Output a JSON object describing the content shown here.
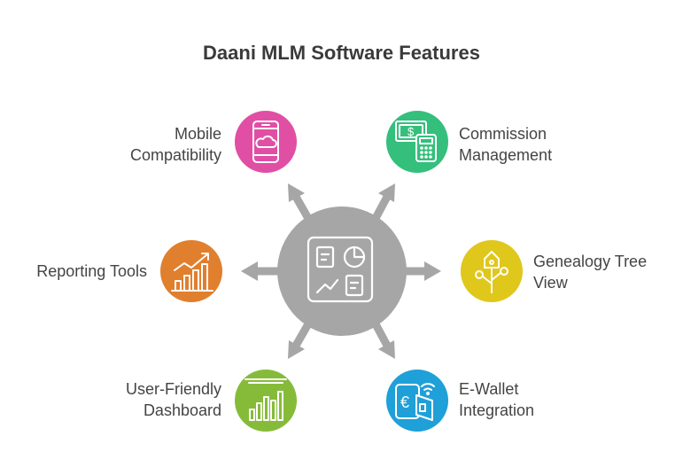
{
  "title": "Daani MLM Software Features",
  "colors": {
    "hub": "#a6a6a6",
    "mobile": "#e04fa4",
    "commission": "#35bf7c",
    "reporting": "#e07f2e",
    "genealogy": "#e0c71b",
    "dashboard": "#86bb3a",
    "ewallet": "#1fa0d8",
    "text": "#444444"
  },
  "features": {
    "mobile": {
      "line1": "Mobile",
      "line2": "Compatibility",
      "icon": "smartphone-cloud-icon"
    },
    "commission": {
      "line1": "Commission",
      "line2": "Management",
      "icon": "cash-calculator-icon"
    },
    "reporting": {
      "line1": "Reporting Tools",
      "icon": "growth-chart-icon"
    },
    "genealogy": {
      "line1": "Genealogy Tree",
      "line2": "View",
      "icon": "tree-hierarchy-icon"
    },
    "dashboard": {
      "line1": "User-Friendly",
      "line2": "Dashboard",
      "icon": "bar-dashboard-icon"
    },
    "ewallet": {
      "line1": "E-Wallet",
      "line2": "Integration",
      "icon": "euro-wallet-icon"
    }
  },
  "hub": {
    "icon": "dashboard-widgets-icon"
  }
}
